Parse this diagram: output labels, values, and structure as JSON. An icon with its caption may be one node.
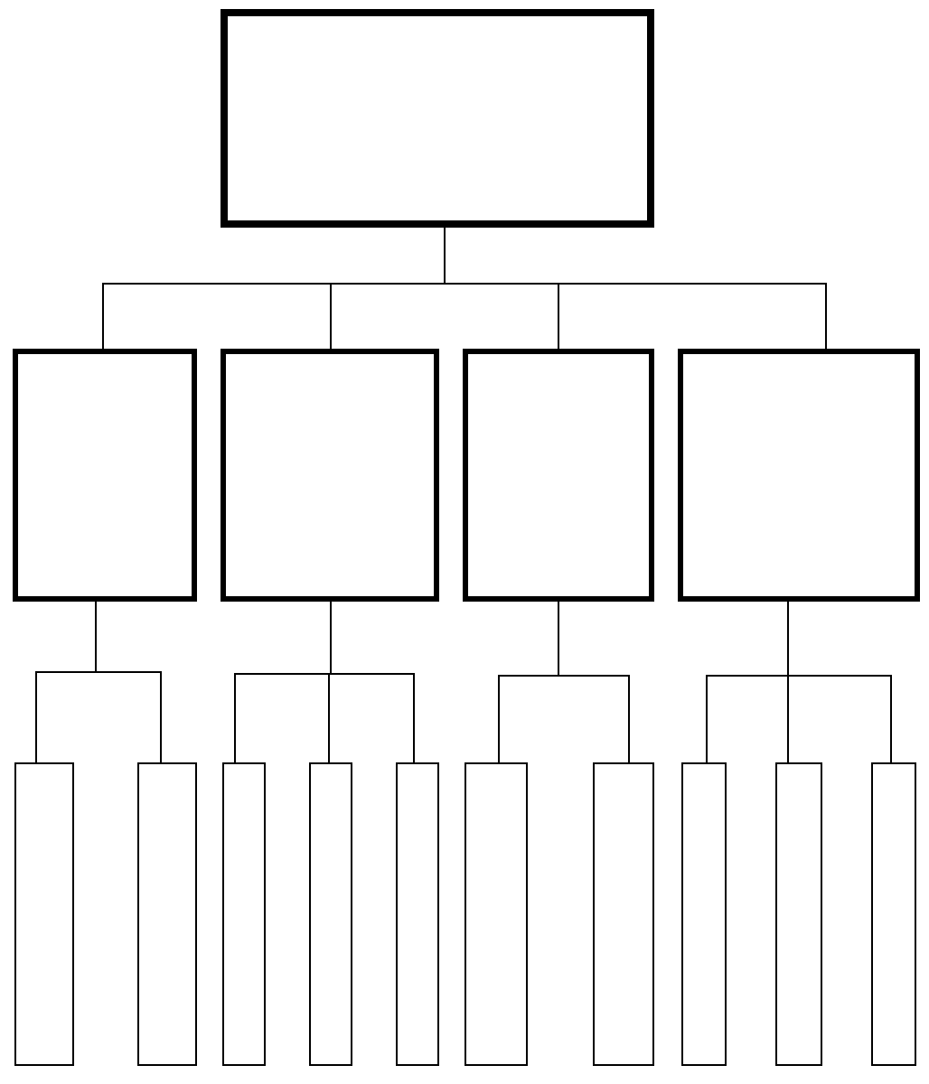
{
  "diagram": {
    "nodes": [
      {
        "text": [],
        "shape": "box"
      },
      {
        "text": [],
        "shape": "box"
      },
      {
        "text": [],
        "shape": "box"
      },
      {
        "text": [],
        "shape": "box"
      },
      {
        "text": [],
        "shape": "box"
      },
      {
        "text": [],
        "shape": "box"
      },
      {
        "text": [],
        "shape": "box"
      },
      {
        "text": [],
        "shape": "box"
      },
      {
        "text": [],
        "shape": "box"
      },
      {
        "text": [],
        "shape": "box"
      },
      {
        "text": [],
        "shape": "box"
      },
      {
        "text": [],
        "shape": "box"
      },
      {
        "text": [],
        "shape": "box"
      },
      {
        "text": [],
        "shape": "box"
      },
      {
        "text": [],
        "shape": "box"
      }
    ],
    "edges": [
      {
        "from": 0,
        "to": 1,
        "arrow": "none"
      },
      {
        "from": 0,
        "to": 2,
        "arrow": "none"
      },
      {
        "from": 0,
        "to": 3,
        "arrow": "none"
      },
      {
        "from": 0,
        "to": 4,
        "arrow": "none"
      },
      {
        "from": 1,
        "to": 5,
        "arrow": "none"
      },
      {
        "from": 1,
        "to": 6,
        "arrow": "none"
      },
      {
        "from": 2,
        "to": 7,
        "arrow": "none"
      },
      {
        "from": 2,
        "to": 8,
        "arrow": "none"
      },
      {
        "from": 2,
        "to": 9,
        "arrow": "none"
      },
      {
        "from": 3,
        "to": 10,
        "arrow": "none"
      },
      {
        "from": 3,
        "to": 11,
        "arrow": "none"
      },
      {
        "from": 4,
        "to": 12,
        "arrow": "none"
      },
      {
        "from": 4,
        "to": 13,
        "arrow": "none"
      },
      {
        "from": 4,
        "to": 14,
        "arrow": "none"
      }
    ]
  }
}
